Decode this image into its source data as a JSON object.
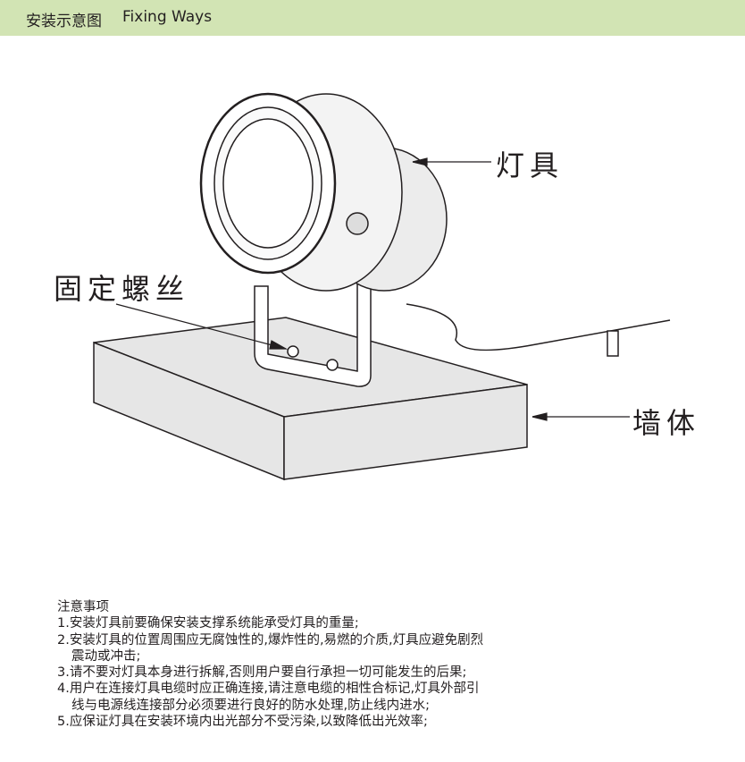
{
  "header": {
    "title_cn": "安装示意图",
    "title_en": "Fixing Ways",
    "bg_color": "#d2e4b4"
  },
  "diagram": {
    "label_lamp": "灯具",
    "label_screw": "固定螺丝",
    "label_wall": "墙体"
  },
  "notes": {
    "title": "注意事项",
    "lines": [
      "1.安装灯具前要确保安装支撑系统能承受灯具的重量;",
      "2.安装灯具的位置周围应无腐蚀性的,爆炸性的,易燃的介质,灯具应避免剧烈",
      "震动或冲击;",
      "3.请不要对灯具本身进行拆解,否则用户要自行承担一切可能发生的后果;",
      "4.用户在连接灯具电缆时应正确连接,请注意电缆的相性合标记,灯具外部引",
      "线与电源线连接部分必须要进行良好的防水处理,防止线内进水;",
      "5.应保证灯具在安装环境内出光部分不受污染,以致降低出光效率;"
    ]
  }
}
